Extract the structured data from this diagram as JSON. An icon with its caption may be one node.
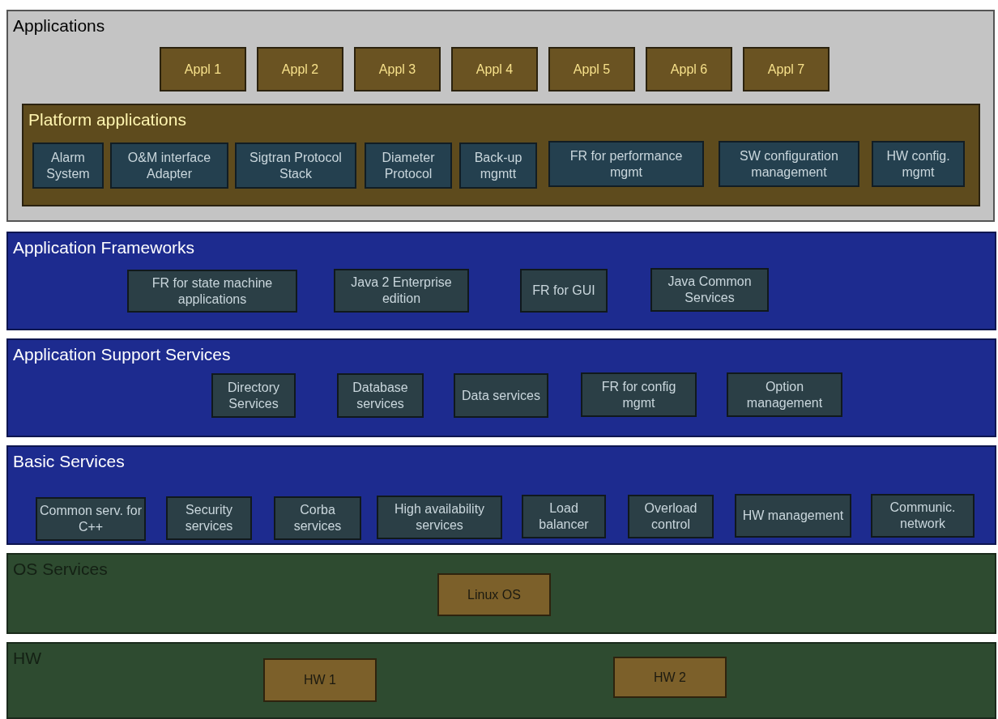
{
  "diagram": {
    "nodes": [
      {
        "text": [
          "Applications"
        ]
      },
      {
        "text": [
          "Appl 1"
        ],
        "in": 0
      },
      {
        "text": [
          "Appl 2"
        ],
        "in": 0
      },
      {
        "text": [
          "Appl 3"
        ],
        "in": 0
      },
      {
        "text": [
          "Appl 4"
        ],
        "in": 0
      },
      {
        "text": [
          "Appl 5"
        ],
        "in": 0
      },
      {
        "text": [
          "Appl 6"
        ],
        "in": 0
      },
      {
        "text": [
          "Appl 7"
        ],
        "in": 0
      },
      {
        "text": [
          "Platform applications"
        ],
        "in": 0
      },
      {
        "text": [
          "Alarm System"
        ],
        "in": 8
      },
      {
        "text": [
          "O&M interface Adapter"
        ],
        "in": 8
      },
      {
        "text": [
          "Sigtran Protocol Stack"
        ],
        "in": 8
      },
      {
        "text": [
          "Diameter Protocol"
        ],
        "in": 8
      },
      {
        "text": [
          "Back-up mgmtt"
        ],
        "in": 8
      },
      {
        "text": [
          "FR for performance mgmt"
        ],
        "in": 8
      },
      {
        "text": [
          "SW configuration management"
        ],
        "in": 8
      },
      {
        "text": [
          "HW config. mgmt"
        ],
        "in": 8
      },
      {
        "text": [
          "Application Frameworks"
        ]
      },
      {
        "text": [
          "FR for state machine applications"
        ],
        "in": 17
      },
      {
        "text": [
          "Java 2 Enterprise edition"
        ],
        "in": 17
      },
      {
        "text": [
          "FR for GUI"
        ],
        "in": 17
      },
      {
        "text": [
          "Java Common Services"
        ],
        "in": 17
      },
      {
        "text": [
          "Application Support Services"
        ]
      },
      {
        "text": [
          "Directory Services"
        ],
        "in": 22
      },
      {
        "text": [
          "Database services"
        ],
        "in": 22
      },
      {
        "text": [
          "Data services"
        ],
        "in": 22
      },
      {
        "text": [
          "FR for config mgmt"
        ],
        "in": 22
      },
      {
        "text": [
          "Option management"
        ],
        "in": 22
      },
      {
        "text": [
          "Basic Services"
        ]
      },
      {
        "text": [
          "Common serv. for C++"
        ],
        "in": 28
      },
      {
        "text": [
          "Security services"
        ],
        "in": 28
      },
      {
        "text": [
          "Corba services"
        ],
        "in": 28
      },
      {
        "text": [
          "High availability services"
        ],
        "in": 28
      },
      {
        "text": [
          "Load balancer"
        ],
        "in": 28
      },
      {
        "text": [
          "Overload control"
        ],
        "in": 28
      },
      {
        "text": [
          "HW management"
        ],
        "in": 28
      },
      {
        "text": [
          "Communic. network"
        ],
        "in": 28
      },
      {
        "text": [
          "OS Services"
        ]
      },
      {
        "text": [
          "Linux OS"
        ],
        "in": 37
      },
      {
        "text": [
          "HW"
        ]
      },
      {
        "text": [
          "HW 1"
        ],
        "in": 39
      },
      {
        "text": [
          "HW 2"
        ],
        "in": 39
      }
    ]
  }
}
